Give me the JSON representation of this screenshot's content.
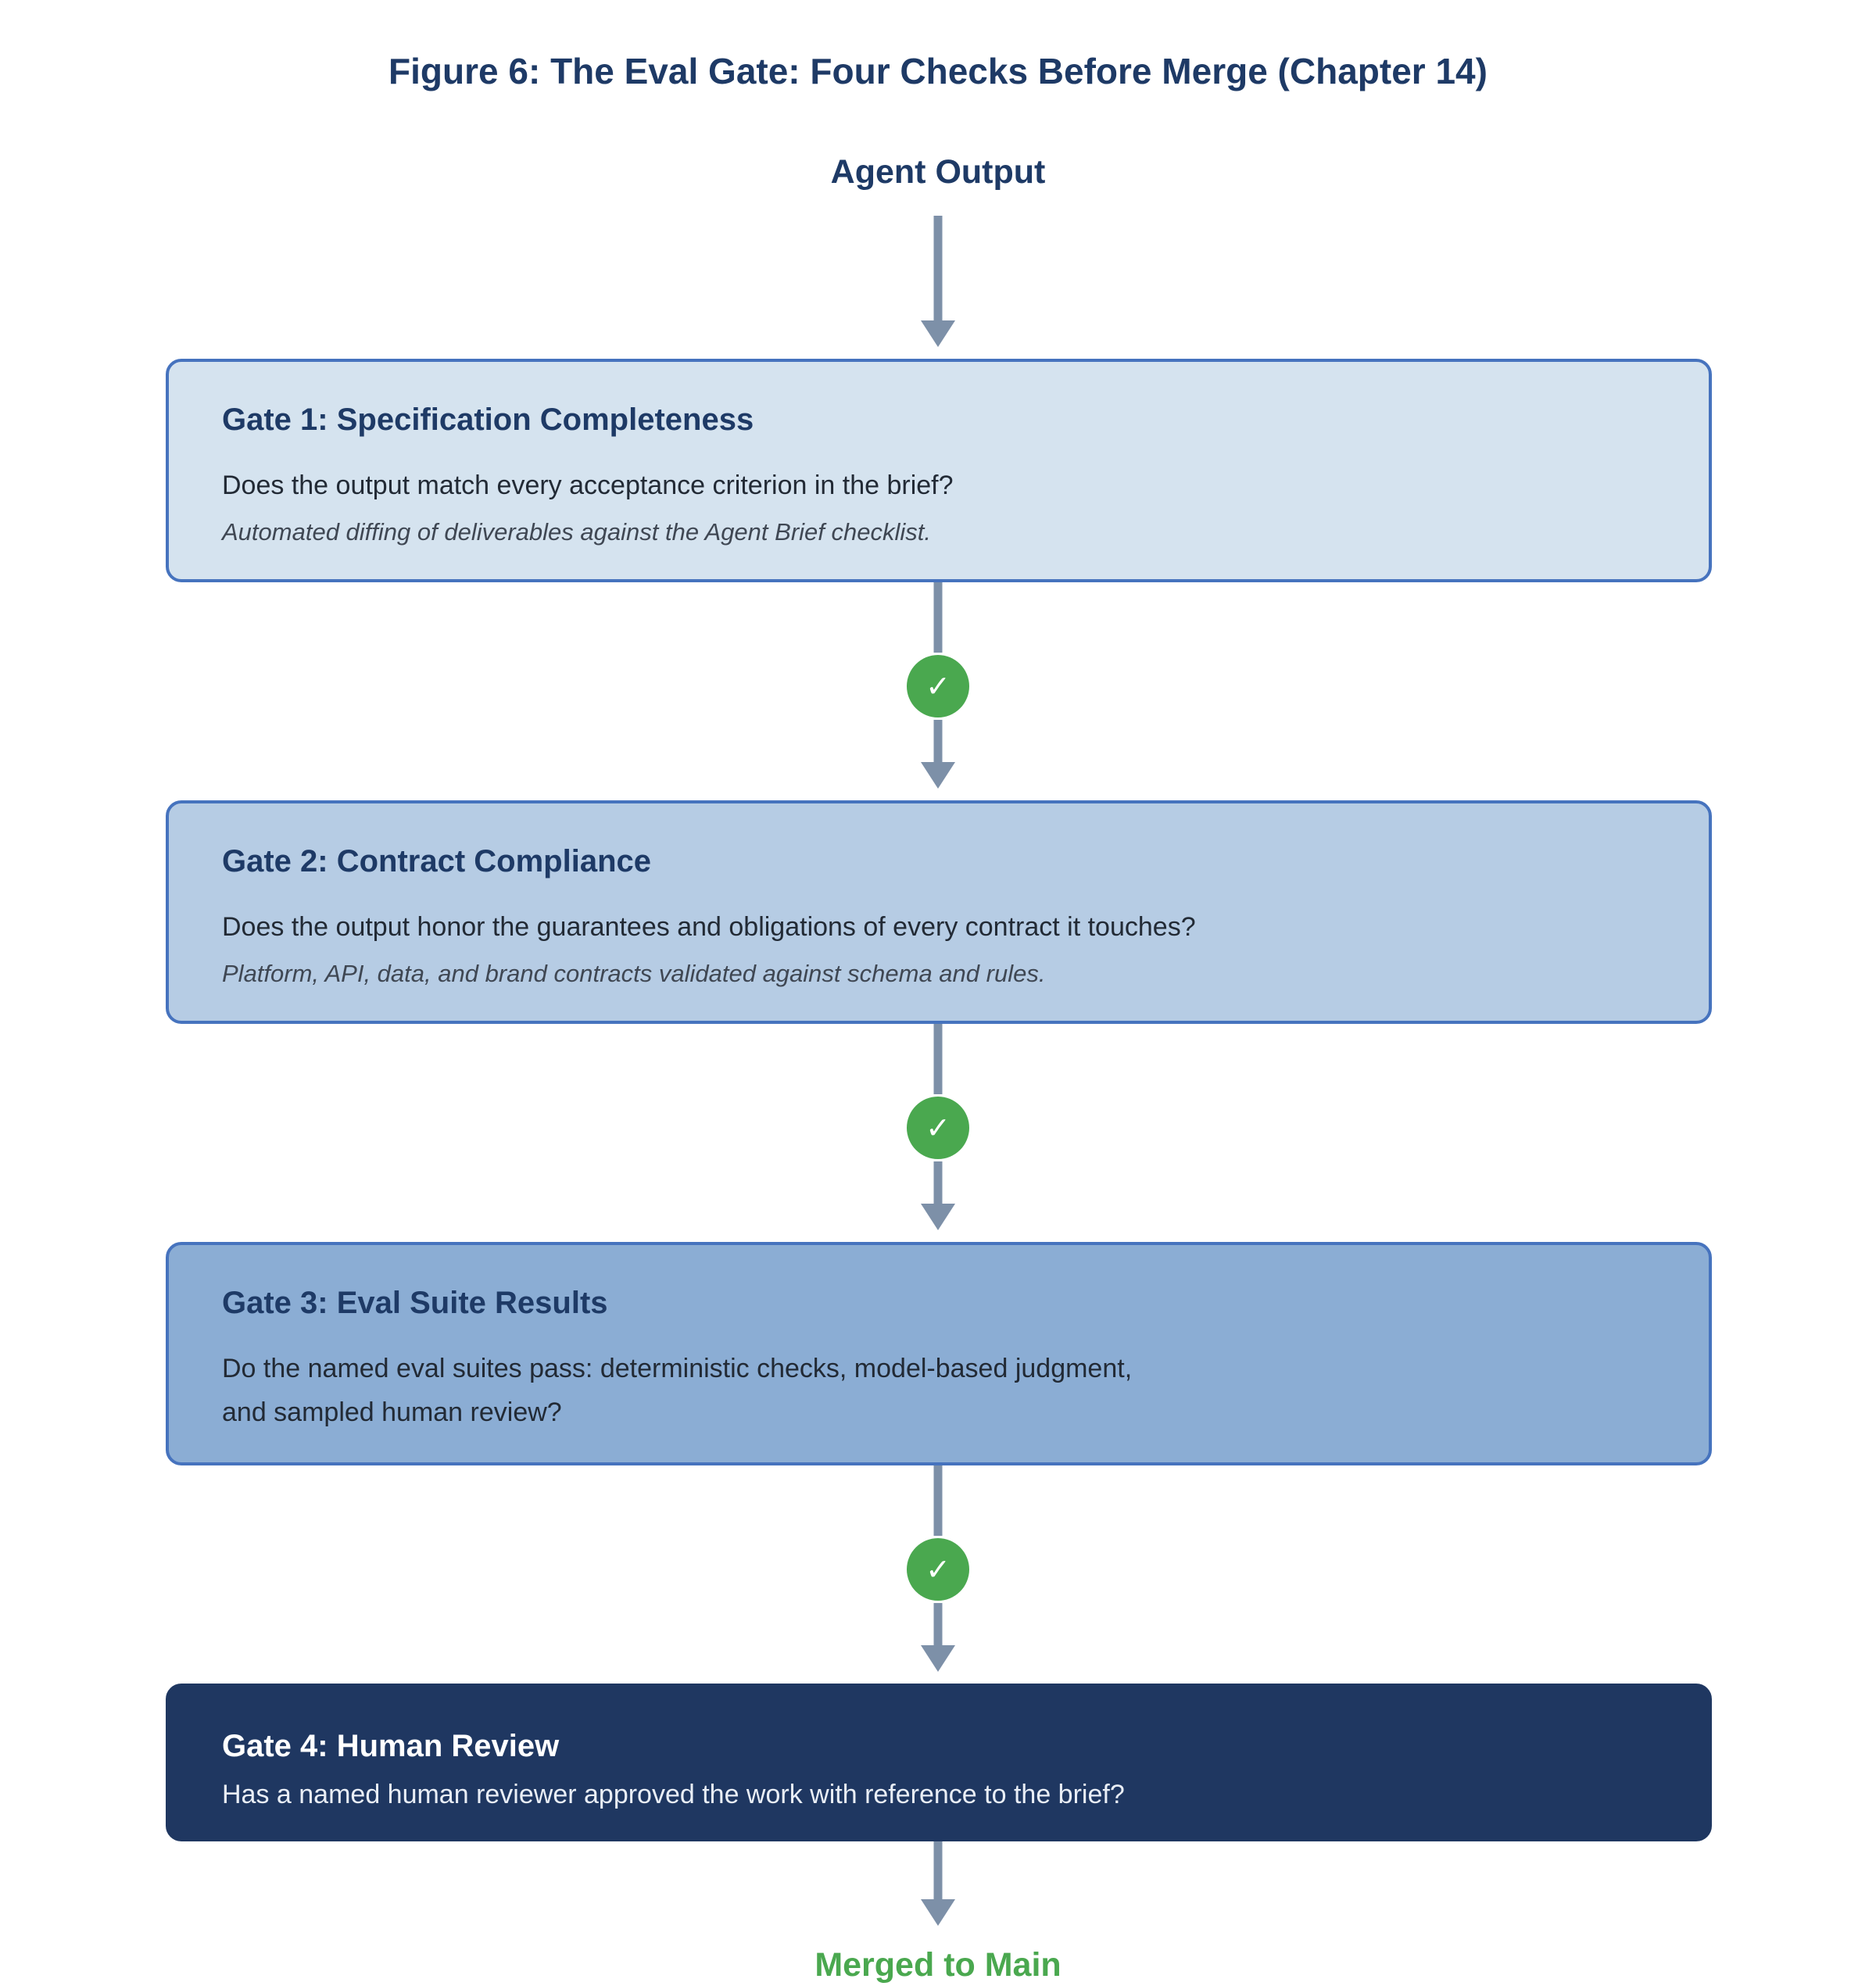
{
  "figure": {
    "title": "Figure 6: The Eval Gate: Four Checks Before Merge (Chapter 14)",
    "start_label": "Agent Output",
    "end_label": "Merged to Main"
  },
  "gates": [
    {
      "title": "Gate 1: Specification Completeness",
      "question": "Does the output match every acceptance criterion in the brief?",
      "note": "Automated diffing of deliverables against the Agent Brief checklist."
    },
    {
      "title": "Gate 2: Contract Compliance",
      "question": "Does the output honor the guarantees and obligations of every contract it touches?",
      "note": "Platform, API, data, and brand contracts validated against schema and rules."
    },
    {
      "title": "Gate 3: Eval Suite Results",
      "question": "Do the named eval suites pass: deterministic checks, model-based judgment,\nand sampled human review?"
    },
    {
      "title": "Gate 4: Human Review",
      "question": "Has a named human reviewer approved the work with reference to the brief?"
    }
  ],
  "pass_marker": {
    "icon": "pass-check-icon",
    "glyph": "✓",
    "color": "#4aa84f"
  },
  "colors": {
    "title": "#1e3a66",
    "connector": "#7d90a8",
    "gate1_fill": "#d5e3ef",
    "gate2_fill": "#b6cce4",
    "gate3_fill": "#8badd4",
    "gate4_fill": "#1f3761",
    "gate_border": "#4673be",
    "merged": "#4aa84f"
  }
}
